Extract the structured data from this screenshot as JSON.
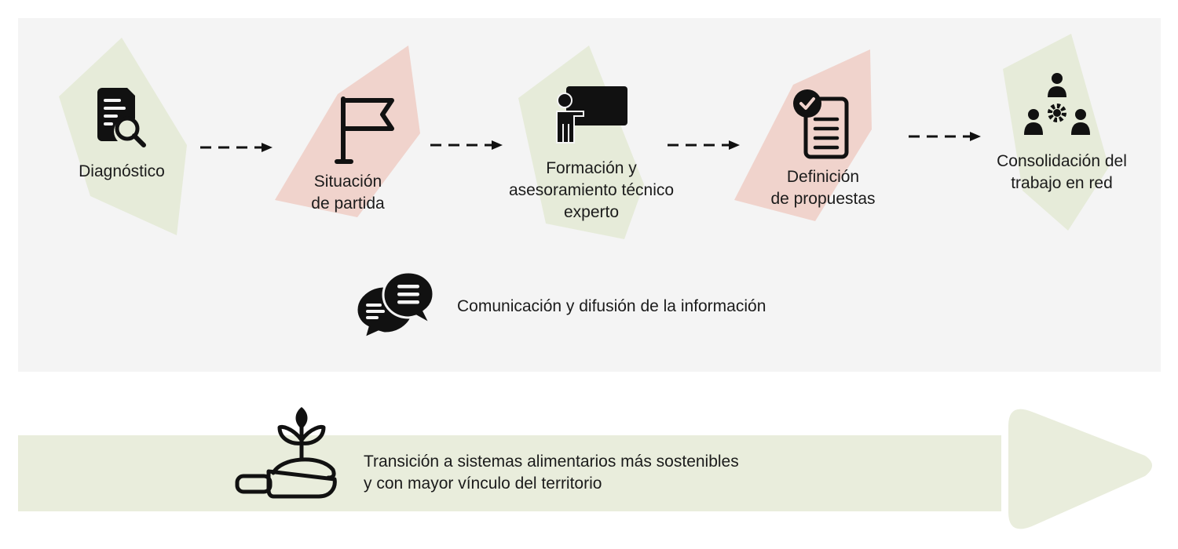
{
  "steps": [
    {
      "label_1": "Diagnóstico",
      "label_2": "",
      "label_3": ""
    },
    {
      "label_1": "Situación",
      "label_2": "de partida",
      "label_3": ""
    },
    {
      "label_1": "Formación y",
      "label_2": "asesoramiento técnico",
      "label_3": "experto"
    },
    {
      "label_1": "Definición",
      "label_2": "de propuestas",
      "label_3": ""
    },
    {
      "label_1": "Consolidación del",
      "label_2": "trabajo en red",
      "label_3": ""
    }
  ],
  "communication": {
    "label": "Comunicación y difusión de la información"
  },
  "transition": {
    "line_1": "Transición a sistemas alimentarios más sostenibles",
    "line_2": "y con mayor vínculo del territorio"
  },
  "colors": {
    "panel": "#f4f4f4",
    "green_shape": "#e6ebd9",
    "pink_shape": "#f0d3cc",
    "band": "#e9eddc",
    "ink": "#111111"
  }
}
